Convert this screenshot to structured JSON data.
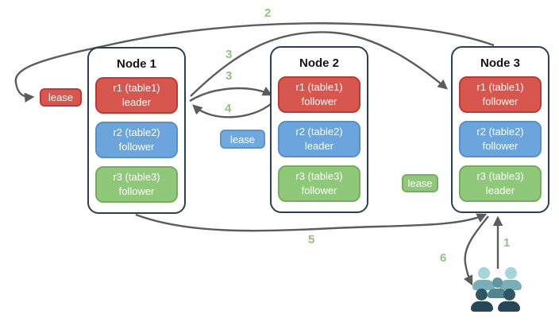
{
  "diagram": {
    "title": "raft-leader-leaseholder-per-node-diagram",
    "nodes": [
      {
        "title": "Node 1",
        "replicas": [
          {
            "line1": "r1 (table1)",
            "line2": "leader",
            "color": "red"
          },
          {
            "line1": "r2 (table2)",
            "line2": "follower",
            "color": "blue"
          },
          {
            "line1": "r3 (table3)",
            "line2": "follower",
            "color": "green"
          }
        ]
      },
      {
        "title": "Node 2",
        "replicas": [
          {
            "line1": "r1 (table1)",
            "line2": "follower",
            "color": "red"
          },
          {
            "line1": "r2 (table2)",
            "line2": "leader",
            "color": "blue"
          },
          {
            "line1": "r3 (table3)",
            "line2": "follower",
            "color": "green"
          }
        ]
      },
      {
        "title": "Node 3",
        "replicas": [
          {
            "line1": "r1 (table1)",
            "line2": "follower",
            "color": "red"
          },
          {
            "line1": "r2 (table2)",
            "line2": "follower",
            "color": "blue"
          },
          {
            "line1": "r3 (table3)",
            "line2": "leader",
            "color": "green"
          }
        ]
      }
    ],
    "leases": [
      {
        "label": "lease",
        "color": "red"
      },
      {
        "label": "lease",
        "color": "blue"
      },
      {
        "label": "lease",
        "color": "green"
      }
    ],
    "step_labels": {
      "s1": "1",
      "s2": "2",
      "s3a": "3",
      "s3b": "3",
      "s4": "4",
      "s5": "5",
      "s6": "6"
    },
    "icons": {
      "clients": "users-group-icon"
    },
    "colors": {
      "replica_red_fill": "#d7574f",
      "replica_red_border": "#c03a31",
      "replica_blue_fill": "#6ba5dc",
      "replica_blue_border": "#5590cc",
      "replica_green_fill": "#90c87a",
      "replica_green_border": "#74ae5e",
      "node_border": "#28405a",
      "arrow": "#5c5c5c",
      "step_number": "#8fc57c",
      "people_back": "#a4d5da",
      "people_middle": "#5e97a1",
      "people_front": "#254759"
    }
  }
}
